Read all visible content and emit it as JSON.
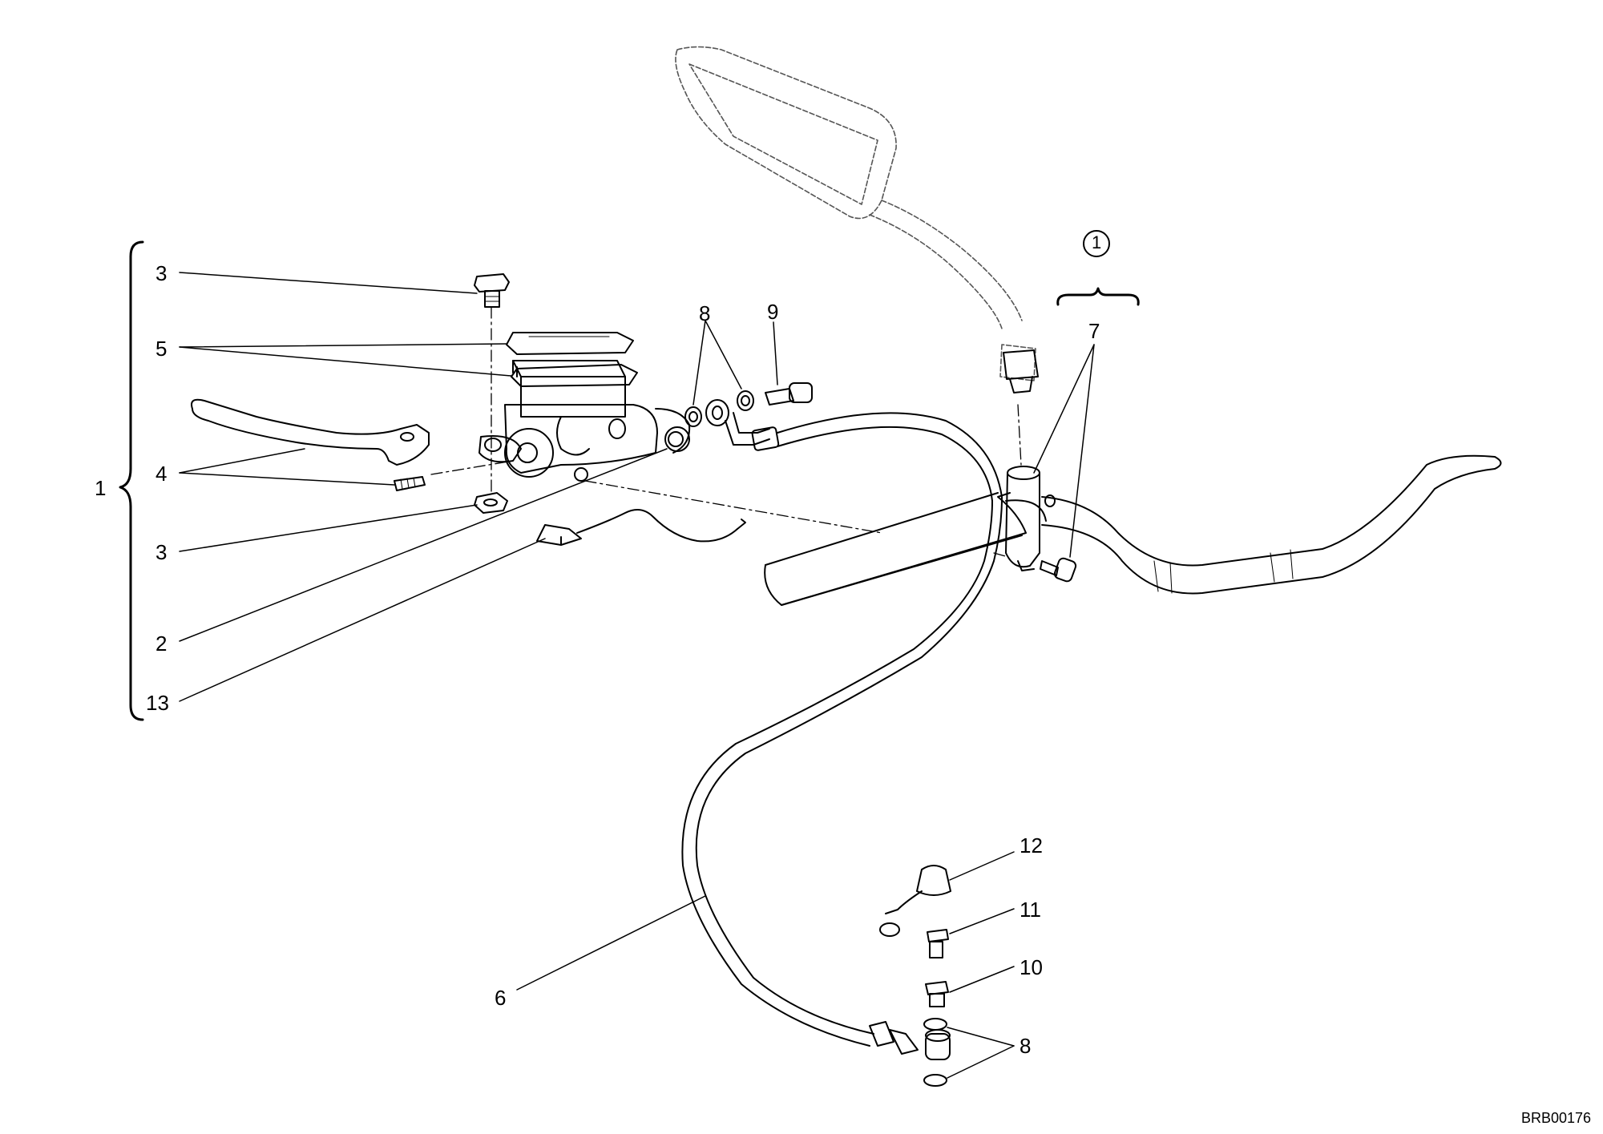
{
  "diagram": {
    "reference_code": "BRB00176",
    "group_marker": "1",
    "callouts": {
      "assembly": "1",
      "item_3_top": "3",
      "item_5": "5",
      "item_4": "4",
      "item_3_bottom": "3",
      "item_2": "2",
      "item_13": "13",
      "item_8_top": "8",
      "item_9": "9",
      "item_7": "7",
      "item_12": "12",
      "item_11": "11",
      "item_10": "10",
      "item_6": "6",
      "item_8_bottom": "8"
    }
  }
}
